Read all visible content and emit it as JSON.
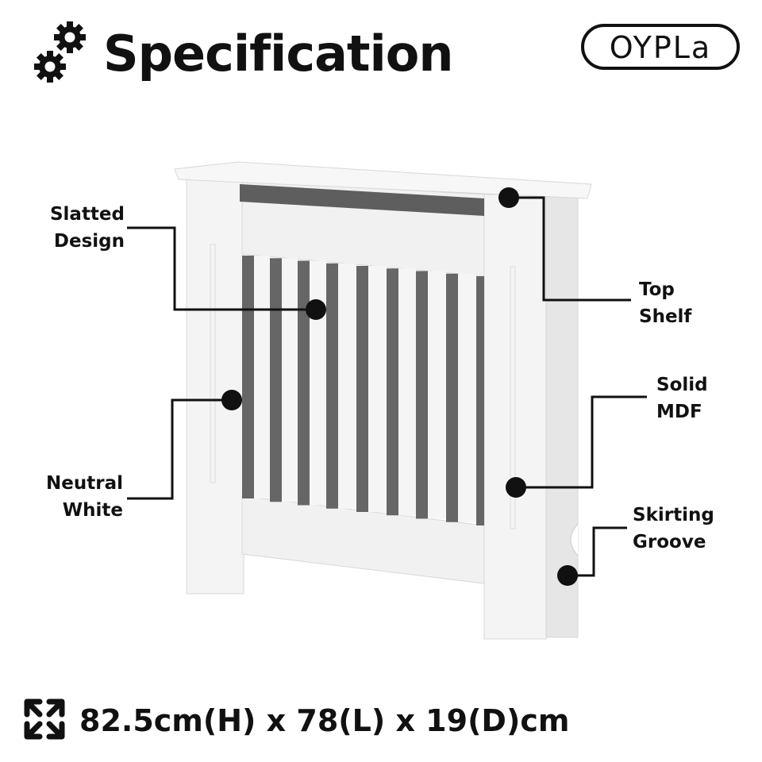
{
  "header": {
    "title": "Specification",
    "icon": "gears-icon",
    "brand": "OYPLa"
  },
  "features": [
    {
      "id": "slatted",
      "lines": [
        "Slatted",
        "Design"
      ]
    },
    {
      "id": "top-shelf",
      "lines": [
        "Top",
        "Shelf"
      ]
    },
    {
      "id": "solid-mdf",
      "lines": [
        "Solid",
        "MDF"
      ]
    },
    {
      "id": "neutral-white",
      "lines": [
        "Neutral",
        "White"
      ]
    },
    {
      "id": "skirting-groove",
      "lines": [
        "Skirting",
        "Groove"
      ]
    }
  ],
  "dimensions": {
    "icon": "expand-arrows-icon",
    "text": "82.5cm(H) x 78(L) x 19(D)cm"
  },
  "colors": {
    "text": "#111111",
    "cabinet": "#f2f2f2",
    "slot": "#5e5e5e"
  }
}
